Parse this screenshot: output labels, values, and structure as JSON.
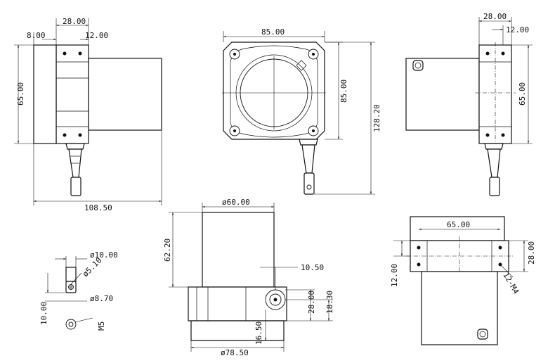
{
  "dimensions": {
    "side_left": {
      "top_width": "28.00",
      "left_offset": "8.00",
      "right_offset": "12.00",
      "height": "65.00",
      "total_length": "108.50"
    },
    "front": {
      "width": "85.00",
      "height": "85.00",
      "total_height": "128.20"
    },
    "side_right": {
      "top_width": "28.00",
      "right_offset": "12.00",
      "height": "65.00"
    },
    "bottom_center": {
      "diameter_top": "ø60.00",
      "height": "62.20",
      "offset": "10.50",
      "height_small": "28.00",
      "height_right": "18.30",
      "bottom_offset": "16.50",
      "diameter_bottom": "ø78.50"
    },
    "detail": {
      "d1": "ø10.00",
      "d2": "ø5.10",
      "d3": "ø8.70",
      "h": "10.00",
      "thread": "M5"
    },
    "bottom_right": {
      "width": "65.00",
      "height_right": "28.00",
      "height_left": "12.00",
      "holes": "12-M4"
    }
  }
}
